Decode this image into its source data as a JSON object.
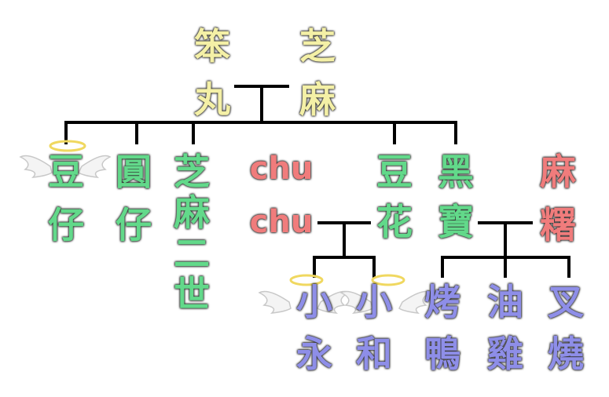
{
  "parents": {
    "father": [
      "笨",
      "丸"
    ],
    "mother": [
      "芝",
      "麻"
    ]
  },
  "children": [
    {
      "name": [
        "豆",
        "仔"
      ],
      "angel": true
    },
    {
      "name": [
        "圓",
        "仔"
      ],
      "angel": false
    },
    {
      "name": [
        "芝",
        "麻",
        "二",
        "世"
      ],
      "angel": false
    },
    {
      "name": [
        "chu",
        "chu"
      ],
      "angel": false
    },
    {
      "name": [
        "豆",
        "花"
      ],
      "angel": false
    },
    {
      "name": [
        "黑",
        "寶"
      ],
      "angel": false
    }
  ],
  "spouse_of_heibao": [
    "麻",
    "糬"
  ],
  "grandchildren_chuchu_douhua": [
    {
      "name": [
        "小",
        "永"
      ],
      "angel": true
    },
    {
      "name": [
        "小",
        "和"
      ],
      "angel": true
    }
  ],
  "grandchildren_heibao_mashu": [
    {
      "name": [
        "烤",
        "鴨"
      ]
    },
    {
      "name": [
        "油",
        "雞"
      ]
    },
    {
      "name": [
        "叉",
        "燒"
      ]
    }
  ],
  "colors": {
    "parents": "#f4f0a6",
    "children": "#62d98a",
    "chuchu_mashu": "#f07c7c",
    "grandchildren": "#8e8ee8",
    "line": "#000000"
  }
}
